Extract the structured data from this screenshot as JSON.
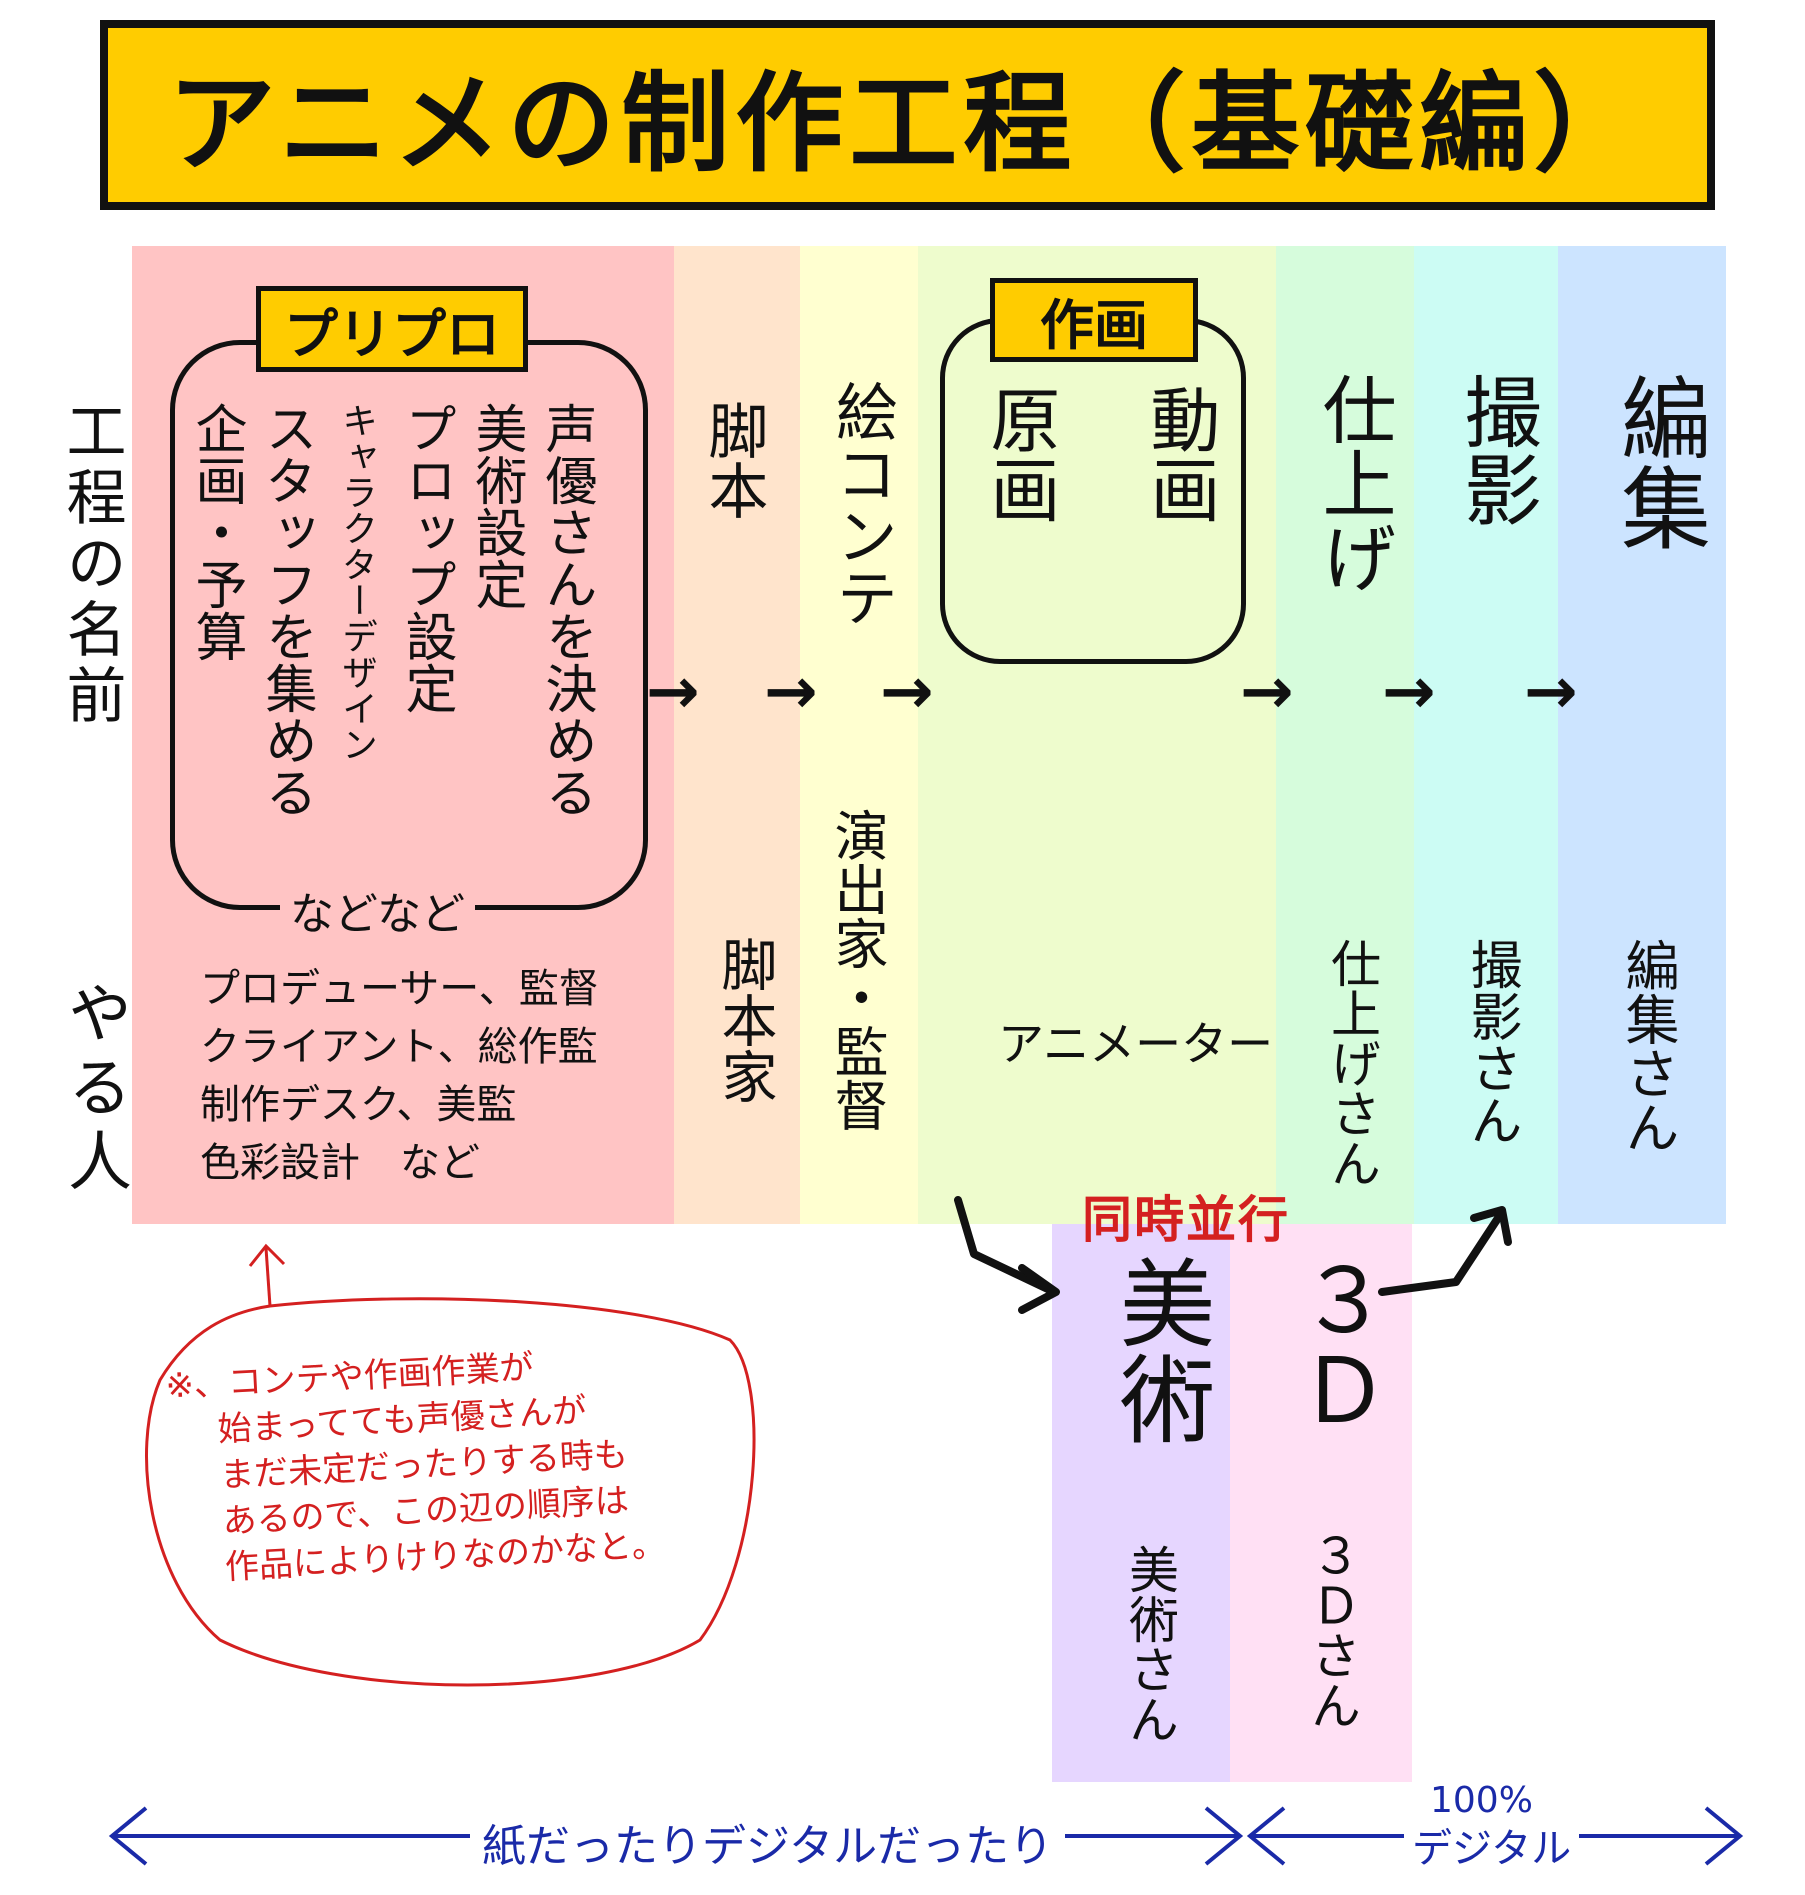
{
  "title": "アニメの制作工程（基礎編）",
  "row_labels": {
    "process_name": "工程の名前",
    "who": "やる人"
  },
  "colors": {
    "title_bg": "#FFCC00",
    "preproduction": "#FFC4C4",
    "script": "#FFE4CC",
    "storyboard": "#FFFFD0",
    "animation": "#EEFCCD",
    "finishing": "#D6FCDC",
    "photography": "#CCFCF4",
    "editing": "#CCE4FF",
    "art": "#E6D6FF",
    "threed": "#FFE0F4",
    "note_red": "#D42020",
    "bottom_blue": "#1A2AA8"
  },
  "preproduction": {
    "tag": "プリプロ",
    "tasks": [
      "企画・予算",
      "スタッフを集める",
      "キャラクターデザイン",
      "プロップ設定",
      "美術設定",
      "声優さんを決める"
    ],
    "etc": "などなど",
    "people": [
      "プロデューサー、監督",
      "クライアント、総作監",
      "制作デスク、美監",
      "色彩設計　など"
    ]
  },
  "script": {
    "name": "脚本",
    "person": "脚本家"
  },
  "storyboard": {
    "name": "絵コンテ",
    "person": "演出家・監督"
  },
  "animation": {
    "tag": "作画",
    "key": "原画",
    "inbetween": "動画",
    "person": "アニメーター"
  },
  "finishing": {
    "name": "仕上げ",
    "person": "仕上げさん"
  },
  "photography": {
    "name": "撮影",
    "person": "撮影さん"
  },
  "editing": {
    "name": "編集",
    "person": "編集さん"
  },
  "parallel_label": "同時並行",
  "art": {
    "name": "美術",
    "person": "美術さん"
  },
  "threed": {
    "name": "３Ｄ",
    "person": "３Ｄさん"
  },
  "note": {
    "lines": [
      "※、コンテや作画作業が",
      "始まってても声優さんが",
      "まだ未定だったりする時も",
      "あるので、この辺の順序は",
      "作品によりけりなのかなと。"
    ]
  },
  "bottom": {
    "left_label": "紙だったりデジタルだったり",
    "right_top": "100%",
    "right_bottom": "デジタル"
  }
}
